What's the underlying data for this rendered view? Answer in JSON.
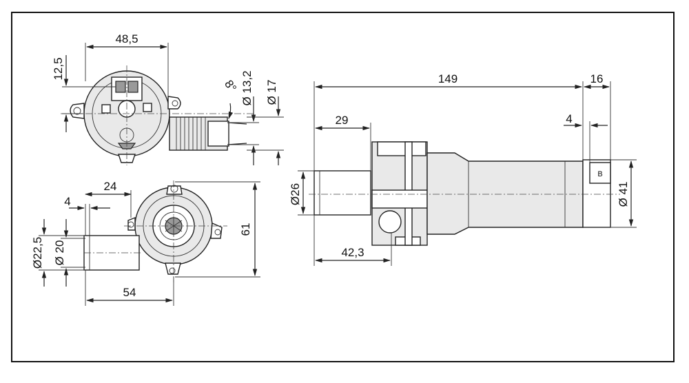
{
  "drawing": {
    "top_left_view": {
      "width_label": "48,5",
      "offset_label": "12,5",
      "angle_label": "8°",
      "small_dia_label": "Ø 13,2",
      "large_dia_label": "Ø 17"
    },
    "bottom_left_view": {
      "offset_24_label": "24",
      "offset_4_label": "4",
      "height_label": "61",
      "outer_dia_label": "Ø22,5",
      "inner_dia_label": "Ø 20",
      "length_label": "54"
    },
    "side_view": {
      "total_length_label": "149",
      "connector_label": "16",
      "inlet_length_label": "29",
      "gap_label": "4",
      "inlet_dia_label": "Ø26",
      "motor_dia_label": "Ø 41",
      "outlet_pos_label": "42,3",
      "connector_mark": "B"
    }
  }
}
